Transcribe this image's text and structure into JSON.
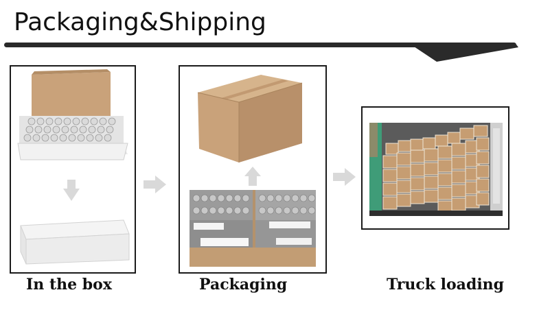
{
  "heading": "Packaging&Shipping",
  "steps": [
    {
      "caption": "In the box"
    },
    {
      "caption": "Packaging"
    },
    {
      "caption": "Truck loading"
    }
  ],
  "colors": {
    "cardboard": "#c9a27a",
    "cardboard_dark": "#a9845d",
    "tape": "#d4b48e",
    "arrow": "#d9d9d9",
    "rule": "#2a2a2a",
    "container": "#3f9c78"
  }
}
